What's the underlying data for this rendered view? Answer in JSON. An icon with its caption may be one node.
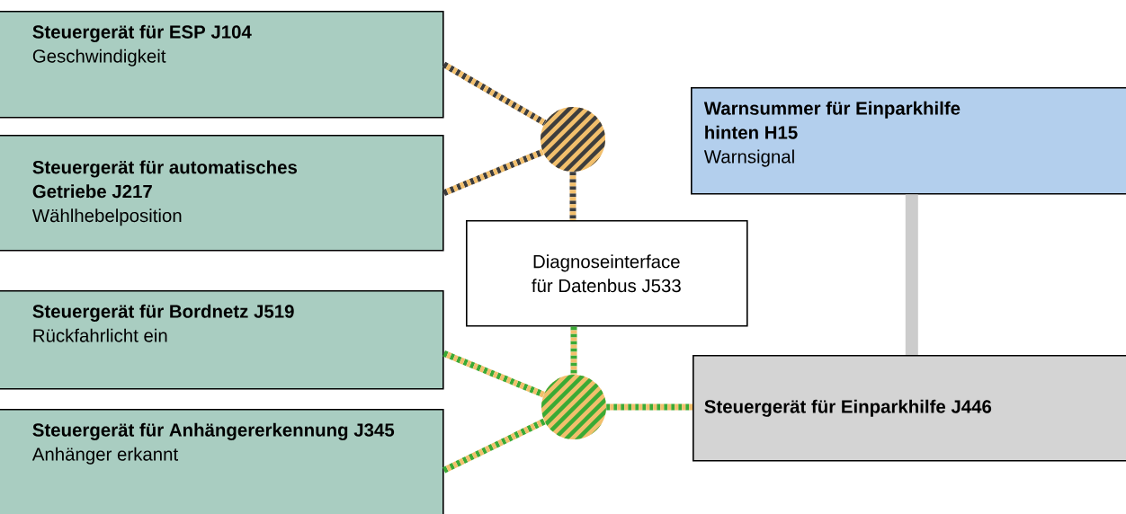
{
  "diagram": {
    "nodes": [
      {
        "text": [
          "Steuergerät für ESP J104",
          "Geschwindigkeit"
        ]
      },
      {
        "text": [
          "Steuergerät für automatisches Getriebe J217",
          "Wählhebelposition"
        ]
      },
      {
        "text": [
          "Steuergerät für Bordnetz J519",
          "Rückfahrlicht ein"
        ]
      },
      {
        "text": [
          "Steuergerät für Anhängererkennung J345",
          "Anhänger erkannt"
        ]
      },
      {
        "text": [
          "Diagnoseinterface für Datenbus J533"
        ]
      },
      {
        "text": [
          "Warnsummer für Einparkhilfe hinten H15",
          "Warnsignal"
        ]
      },
      {
        "text": [
          "Steuergerät für Einparkhilfe J446"
        ]
      },
      {
        "text": [],
        "shape": "circle"
      },
      {
        "text": [],
        "shape": "circle"
      }
    ],
    "edges": [
      {
        "from": 0,
        "to": 7,
        "arrow": "none",
        "style": "dashed",
        "color": "#3d3d3d"
      },
      {
        "from": 1,
        "to": 7,
        "arrow": "none",
        "style": "dashed",
        "color": "#3d3d3d"
      },
      {
        "from": 7,
        "to": 4,
        "arrow": "none",
        "style": "dashed",
        "color": "#3d3d3d"
      },
      {
        "from": 2,
        "to": 8,
        "arrow": "none",
        "style": "dashed",
        "color": "#3aaa35"
      },
      {
        "from": 3,
        "to": 8,
        "arrow": "none",
        "style": "dashed",
        "color": "#3aaa35"
      },
      {
        "from": 4,
        "to": 8,
        "arrow": "none",
        "style": "dashed",
        "color": "#3aaa35"
      },
      {
        "from": 8,
        "to": 6,
        "arrow": "none",
        "style": "dashed",
        "color": "#3aaa35"
      },
      {
        "from": 5,
        "to": 6,
        "arrow": "none",
        "style": "thick",
        "color": "#cccccc"
      }
    ]
  }
}
